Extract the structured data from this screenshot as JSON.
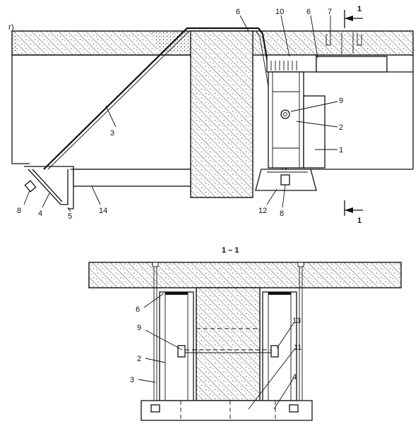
{
  "figure_tag": "г)",
  "section_label": "1 – 1",
  "cut_marks": {
    "top": "1",
    "bottom": "1"
  },
  "upper_view_labels": {
    "l6a": "6",
    "l10": "10",
    "l6b": "6",
    "l7": "7",
    "l9": "9",
    "l2": "2",
    "l1": "1",
    "l3": "3",
    "l12": "12",
    "l8b": "8",
    "l8a": "8",
    "l4": "4",
    "l5": "5",
    "l14": "14"
  },
  "section_view_labels": {
    "l6": "6",
    "l9": "9",
    "l13": "13",
    "l11": "11",
    "l2": "2",
    "l3": "3",
    "l4": "4"
  }
}
